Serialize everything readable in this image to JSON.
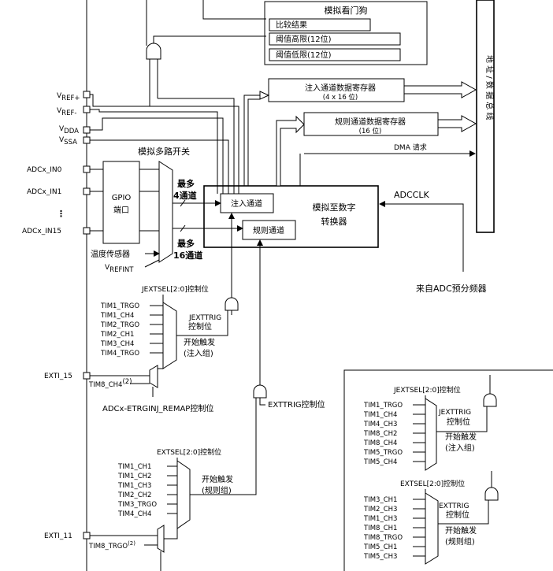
{
  "title_watchdog": "模拟看门狗",
  "watchdog_compare": "比较结果",
  "watchdog_high": "阈值高限(12位)",
  "watchdog_low": "阈值低限(12位)",
  "bus_label": "地 址 / 数 据 总 线",
  "injected_reg": "注入通道数据寄存器",
  "injected_reg_sub": "(4 x 16 位)",
  "regular_reg": "规则通道数据寄存器",
  "regular_reg_sub": "(16 位)",
  "dma_request": "DMA 请求",
  "adcclk": "ADCCLK",
  "prescaler": "来自ADC预分频器",
  "analog_mux": "模拟多路开关",
  "gpio_line1": "GPIO",
  "gpio_line2": "端口",
  "max": "最多",
  "inj_count": "4通道",
  "reg_count": "16通道",
  "injected_channels": "注入通道",
  "regular_channels": "规则通道",
  "adc_line1": "模拟至数字",
  "adc_line2": "转换器",
  "temp_sensor": "温度传感器",
  "vrefint": "V",
  "vrefint_sub": "REFINT",
  "vref_plus": "V",
  "vref_plus_sub": "REF+",
  "vref_minus": "V",
  "vref_minus_sub": "REF-",
  "vdda": "V",
  "vdda_sub": "DDA",
  "vssa": "V",
  "vssa_sub": "SSA",
  "adc_in0": "ADCx_IN0",
  "adc_in1": "ADCx_IN1",
  "adc_in15": "ADCx_IN15",
  "vdots": "⋮",
  "jextsel": "JEXTSEL[2:0]控制位",
  "jext_inputs": [
    "TIM1_TRGO",
    "TIM1_CH4",
    "TIM2_TRGO",
    "TIM2_CH1",
    "TIM3_CH4",
    "TIM4_TRGO"
  ],
  "jexttrig_line1": "JEXTTRIG",
  "jexttrig_line2": "控制位",
  "start_trigger": "开始触发",
  "inj_group": "(注入组)",
  "exti15": "EXTI_15",
  "tim8_ch4": "TIM8_CH4",
  "sup2": "(2)",
  "remap": "ADCx-ETRGINJ_REMAP控制位",
  "exttrig": "EXTTRIG控制位",
  "extsel": "EXTSEL[2:0]控制位",
  "ext_inputs": [
    "TIM1_CH1",
    "TIM1_CH2",
    "TIM1_CH3",
    "TIM2_CH2",
    "TIM3_TRGO",
    "TIM4_CH4"
  ],
  "reg_group": "(规则组)",
  "exti11": "EXTI_11",
  "tim8_trgo": "TIM8_TRGO",
  "inset_jextsel": "JEXTSEL[2:0]控制位",
  "inset_jext_inputs": [
    "TIM1_TRGO",
    "TIM1_CH4",
    "TIM4_CH3",
    "TIM8_CH2",
    "TIM8_CH4",
    "TIM5_TRGO",
    "TIM5_CH4"
  ],
  "inset_jexttrig_line1": "JEXTTRIG",
  "inset_jexttrig_line2": "控制位",
  "inset_extsel": "EXTSEL[2:0]控制位",
  "inset_ext_inputs": [
    "TIM3_CH1",
    "TIM2_CH3",
    "TIM1_CH3",
    "TIM8_CH1",
    "TIM8_TRGO",
    "TIM5_CH1",
    "TIM5_CH3"
  ],
  "inset_exttrig_line1": "EXTTRIG",
  "inset_exttrig_line2": "控制位"
}
